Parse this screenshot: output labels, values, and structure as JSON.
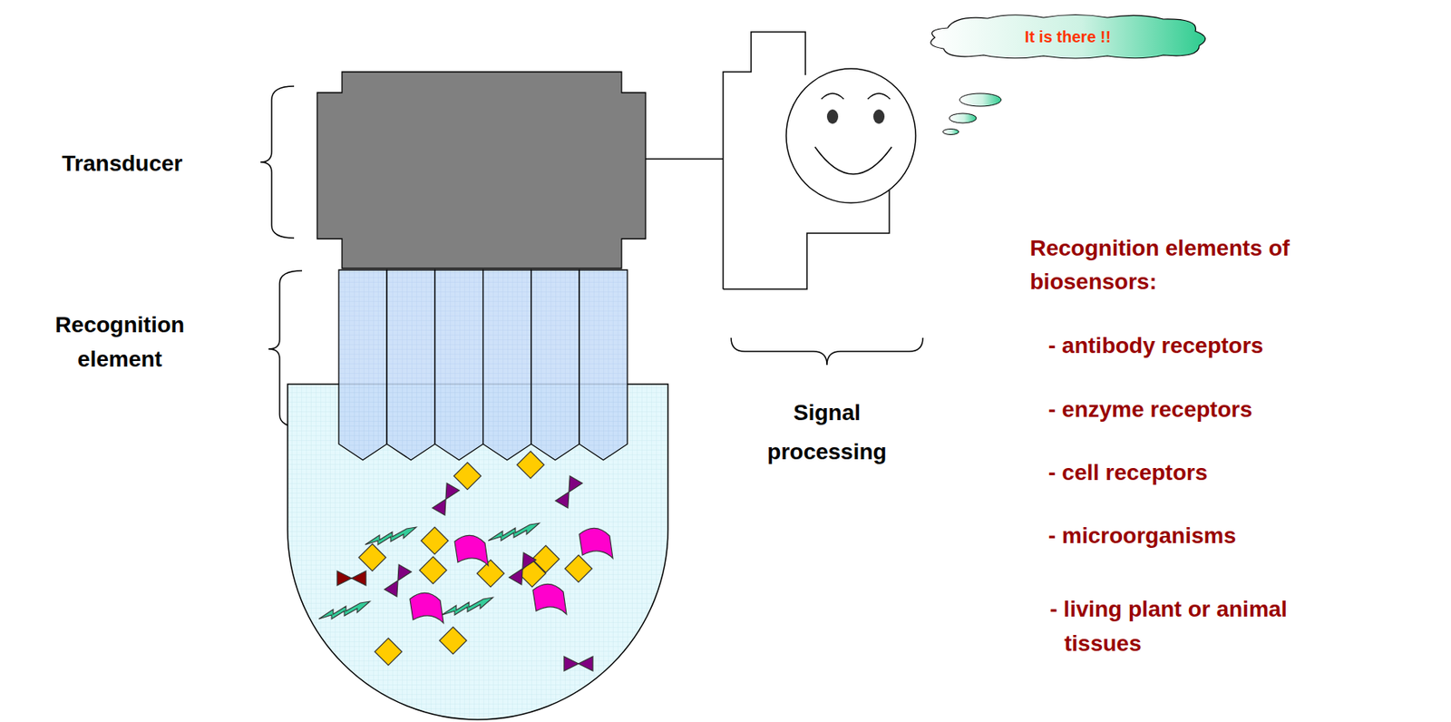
{
  "diagram": {
    "nodes": [
      {
        "text": [
          "It is there !!"
        ]
      }
    ],
    "labels": [
      "Transducer",
      "Recognition element",
      "Signal processing",
      "Recognition elements of biosensors:",
      "- antibody receptors",
      "- enzyme receptors",
      "- cell receptors",
      "- microorganisms",
      "- living plant or animal tissues"
    ]
  }
}
